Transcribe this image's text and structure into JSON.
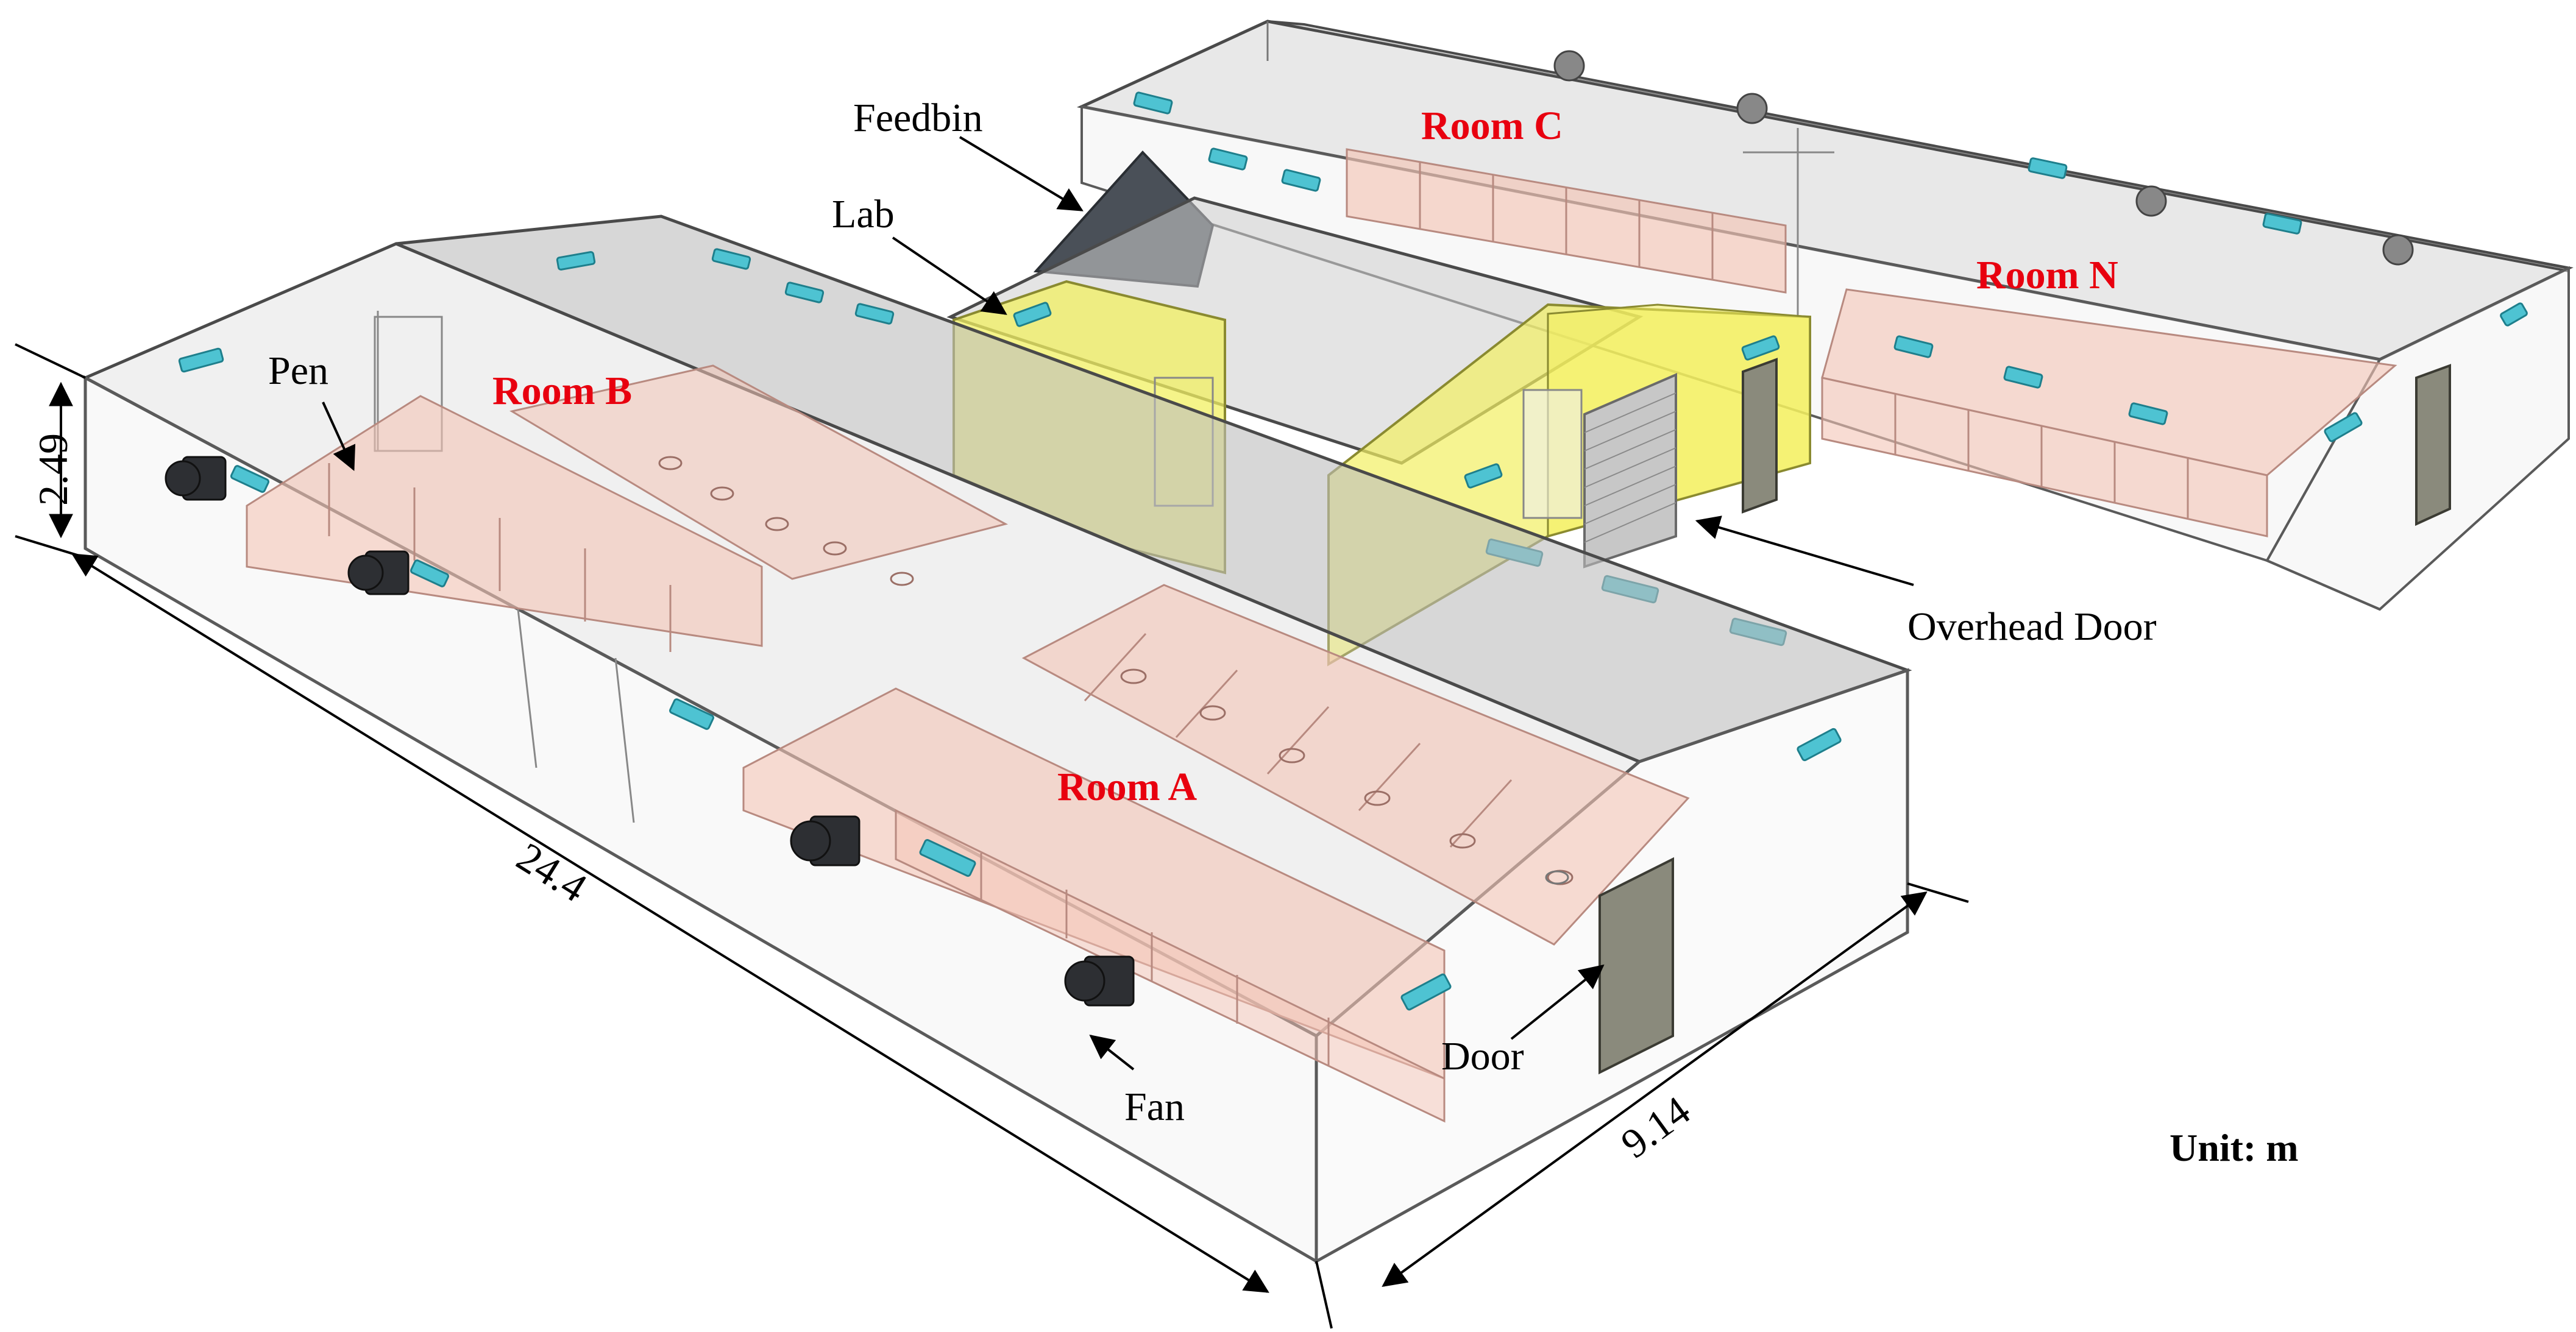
{
  "rooms": {
    "room_a": "Room A",
    "room_b": "Room B",
    "room_c": "Room C",
    "room_n": "Room N"
  },
  "callouts": {
    "pen": "Pen",
    "feedbin": "Feedbin",
    "lab": "Lab",
    "overhead_door": "Overhead Door",
    "door": "Door",
    "fan": "Fan"
  },
  "dimensions": {
    "height": "2.49",
    "length": "24.4",
    "width": "9.14"
  },
  "unit": {
    "label": "Unit",
    "value": ": m"
  },
  "colors": {
    "room_label": "#e8000f",
    "pen_fill": "#f3c4b6",
    "pen_stroke": "#b88a80",
    "lab_fill": "#f2f062",
    "window_fill": "#4ec3d2",
    "fan_fill": "#2d2f33",
    "door_fill": "#8a8a7c",
    "roof_fill": "#c9c9c9",
    "outline": "#4a4a4a"
  }
}
